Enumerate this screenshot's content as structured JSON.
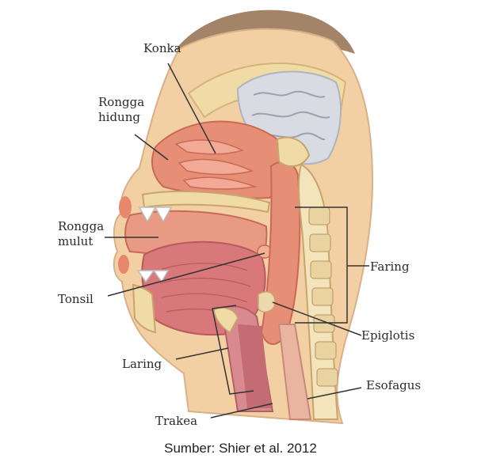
{
  "labels": {
    "konka": "Konka",
    "rongga_hidung_1": "Rongga",
    "rongga_hidung_2": "hidung",
    "rongga_mulut_1": "Rongga",
    "rongga_mulut_2": "mulut",
    "tonsil": "Tonsil",
    "laring": "Laring",
    "trakea": "Trakea",
    "faring": "Faring",
    "epiglotis": "Epiglotis",
    "esofagus": "Esofagus"
  },
  "source": "Sumber: Shier et al. 2012"
}
